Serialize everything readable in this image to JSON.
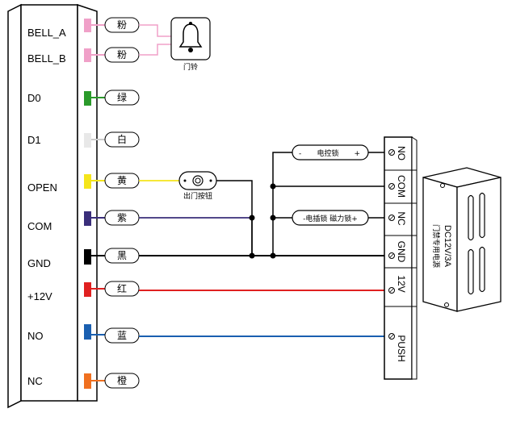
{
  "controller": {
    "terminals": [
      {
        "label": "BELL_A",
        "wire_color": "粉",
        "swatch": "#f0a0c8",
        "wire": "#f0a0c8"
      },
      {
        "label": "BELL_B",
        "wire_color": "粉",
        "swatch": "#f0a0c8",
        "wire": "#f0a0c8"
      },
      {
        "label": "D0",
        "wire_color": "绿",
        "swatch": "#2a9a2a",
        "wire": "#2a9a2a"
      },
      {
        "label": "D1",
        "wire_color": "白",
        "swatch": "#e8e8e8",
        "wire": "#e8e8e8"
      },
      {
        "label": "OPEN",
        "wire_color": "黄",
        "swatch": "#f5e51b",
        "wire": "#f5e51b"
      },
      {
        "label": "COM",
        "wire_color": "紫",
        "swatch": "#3a2e7a",
        "wire": "#3a2e7a"
      },
      {
        "label": "GND",
        "wire_color": "黑",
        "swatch": "#000000",
        "wire": "#000000"
      },
      {
        "label": "+12V",
        "wire_color": "红",
        "swatch": "#e02020",
        "wire": "#e02020"
      },
      {
        "label": "NO",
        "wire_color": "蓝",
        "swatch": "#1a5fb0",
        "wire": "#1a5fb0"
      },
      {
        "label": "NC",
        "wire_color": "橙",
        "swatch": "#f07020",
        "wire": "#f07020"
      }
    ]
  },
  "bell": {
    "label": "门铃",
    "icon": "bell-icon"
  },
  "exit_button": {
    "label": "出门按钮",
    "icon": "exit-button-icon"
  },
  "locks": {
    "electric_control_lock": "电控锁",
    "electric_control_minus": "-",
    "electric_control_plus": "+",
    "magnetic_lock": "-电插锁 磁力锁+"
  },
  "terminal_block": {
    "labels": [
      "NO",
      "COM",
      "NC",
      "GND",
      "12V",
      "PUSH"
    ]
  },
  "power_supply": {
    "rating": "DC12V/3A",
    "name": "门禁专用电源"
  }
}
